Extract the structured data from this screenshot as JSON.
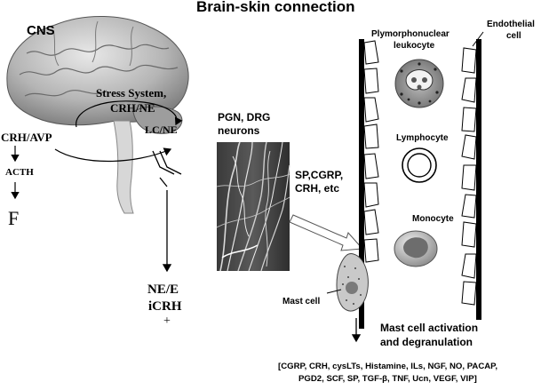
{
  "title": "Brain-skin connection",
  "left": {
    "cns": "CNS",
    "stress_line1": "Stress System,",
    "stress_line2": "CRH/NE",
    "crh_avp": "CRH/AVP",
    "lc_ne": "LC/NE",
    "acth": "ACTH",
    "f": "F",
    "ne_e": "NE/E",
    "icrh": "iCRH",
    "plus": "+"
  },
  "middle": {
    "pgn_line1": "PGN, DRG",
    "pgn_line2": "neurons",
    "sp_line1": "SP,CGRP,",
    "sp_line2": "CRH, etc"
  },
  "vessel": {
    "pmn_line1": "Plymorphonuclear",
    "pmn_line2": "leukocyte",
    "endo_line1": "Endothelial",
    "endo_line2": "cell",
    "lymphocyte": "Lymphocyte",
    "monocyte": "Monocyte",
    "mast_cell": "Mast cell"
  },
  "result": {
    "activation_line1": "Mast cell activation",
    "activation_line2": "and degranulation",
    "mediators_line1": "[CGRP, CRH, cysLTs, Histamine, ILs, NGF, NO, PACAP,",
    "mediators_line2": "PGD2, SCF, SP, TGF-β, TNF, Ucn, VEGF, VIP]"
  }
}
